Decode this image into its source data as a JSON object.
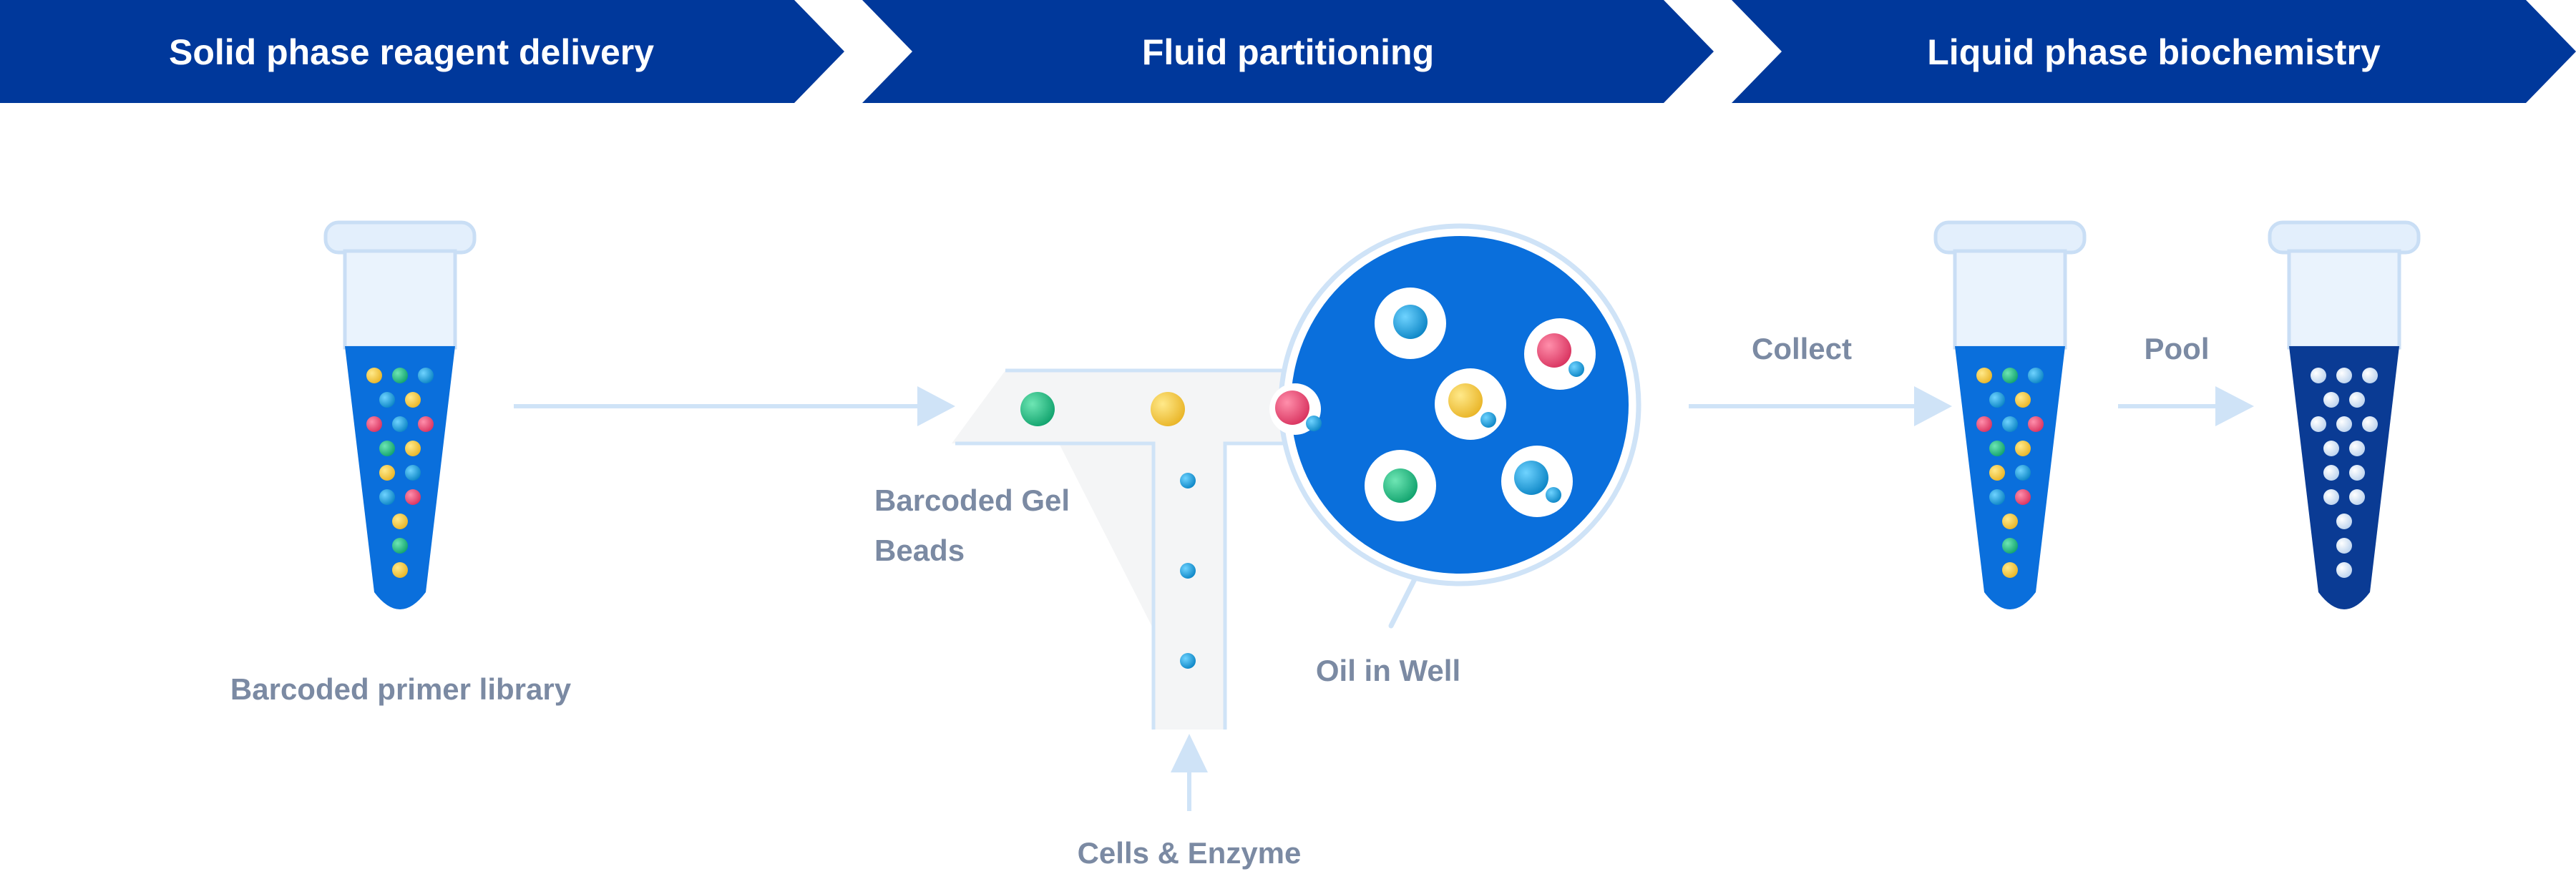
{
  "stages": [
    {
      "label": "Solid phase reagent delivery"
    },
    {
      "label": "Fluid partitioning"
    },
    {
      "label": "Liquid phase biochemistry"
    }
  ],
  "labels": {
    "primer_library": "Barcoded primer library",
    "gel_beads_line1": "Barcoded Gel",
    "gel_beads_line2": "Beads",
    "oil_in_well": "Oil in Well",
    "cells_enzyme": "Cells & Enzyme",
    "collect": "Collect",
    "pool": "Pool"
  },
  "colors": {
    "banner": "#00389b",
    "tube_fill": "#0a6fdc",
    "tube_fill_pooled": "#0a3b94",
    "tube_cap": "#e3effc",
    "tube_outline": "#c9def5",
    "arrow": "#cfe3f7",
    "channel": "#f4f5f6",
    "channel_line": "#cfe3f7",
    "well_fill": "#0a6fdc",
    "well_ring": "#cfe3f7",
    "label_text": "#7b8aa3",
    "bead_yellow": "#f2c94c",
    "bead_green": "#27c08a",
    "bead_blue": "#1ba3e0",
    "bead_pink": "#f0527a",
    "bead_white": "#e7f0fb"
  }
}
